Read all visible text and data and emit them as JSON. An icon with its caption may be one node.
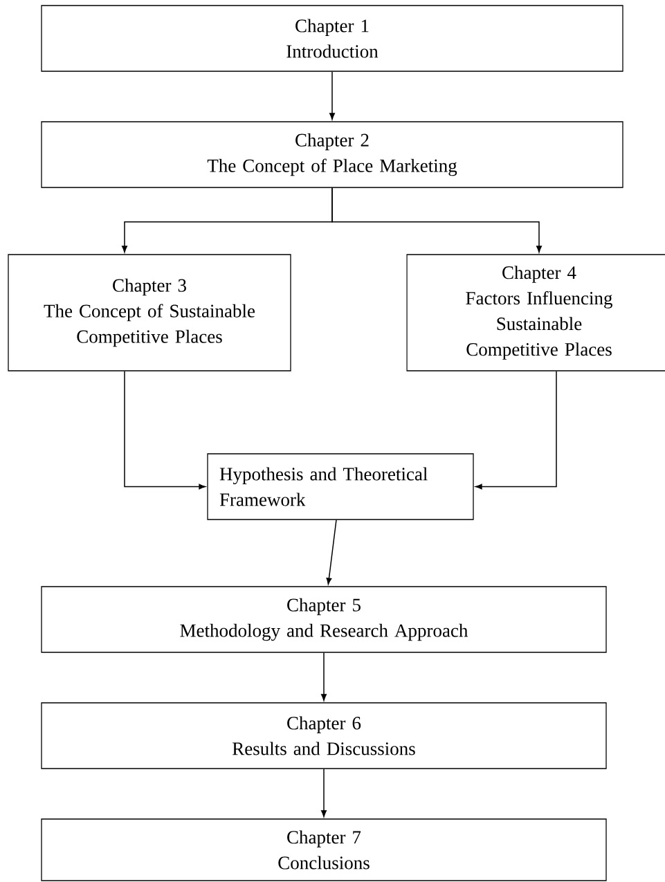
{
  "diagram": {
    "nodes": [
      {
        "text": [
          "Chapter 1",
          "Introduction"
        ]
      },
      {
        "text": [
          "Chapter 2",
          "The Concept of Place Marketing"
        ]
      },
      {
        "text": [
          "Chapter 3",
          "The Concept of Sustainable Competitive Places"
        ]
      },
      {
        "text": [
          "Chapter 4",
          "Factors Influencing Sustainable Competitive Places"
        ]
      },
      {
        "text": [
          "Hypothesis and Theoretical Framework"
        ]
      },
      {
        "text": [
          "Chapter 5",
          "Methodology and Research Approach"
        ]
      },
      {
        "text": [
          "Chapter 6",
          "Results and Discussions"
        ]
      },
      {
        "text": [
          "Chapter 7",
          "Conclusions"
        ]
      }
    ],
    "edges": [
      {
        "from": 0,
        "to": 1,
        "arrow": "to"
      },
      {
        "from": 1,
        "to": 2,
        "arrow": "to"
      },
      {
        "from": 1,
        "to": 3,
        "arrow": "to"
      },
      {
        "from": 2,
        "to": 4,
        "arrow": "to"
      },
      {
        "from": 3,
        "to": 4,
        "arrow": "to"
      },
      {
        "from": 4,
        "to": 5,
        "arrow": "to"
      },
      {
        "from": 5,
        "to": 6,
        "arrow": "to"
      },
      {
        "from": 6,
        "to": 7,
        "arrow": "to"
      }
    ]
  }
}
